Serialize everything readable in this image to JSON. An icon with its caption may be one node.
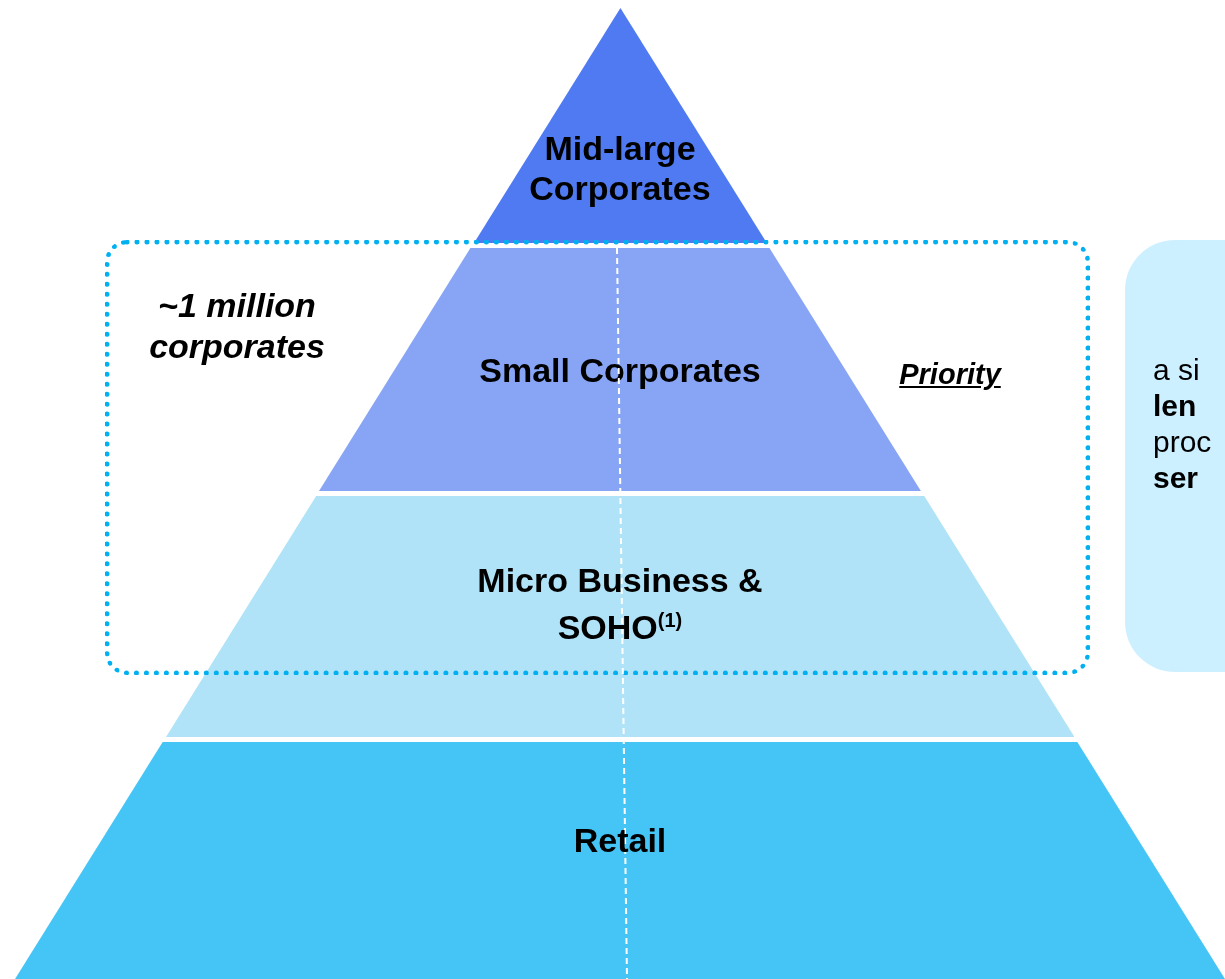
{
  "diagram": {
    "nodes": [
      {
        "text": [
          "Mid-large Corporates"
        ]
      },
      {
        "text": [
          "Small Corporates"
        ],
        "in": 4
      },
      {
        "text": [
          "Micro Business & SOHO$^{(1)}$"
        ]
      },
      {
        "text": [
          "Retail"
        ]
      },
      {
        "text": [
          "~1 million corporates",
          "Priority"
        ]
      },
      {
        "text": [
          "a si **len** proc **ser**"
        ]
      }
    ],
    "edges": []
  }
}
